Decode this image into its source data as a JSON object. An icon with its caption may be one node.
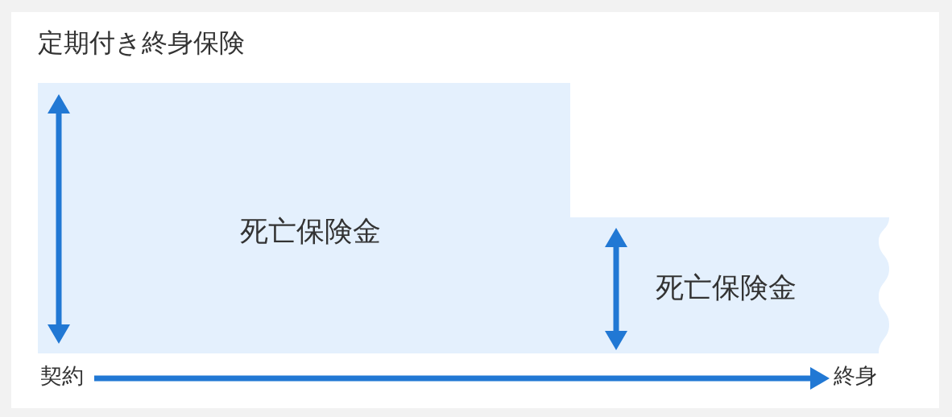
{
  "diagram": {
    "title": "定期付き終身保険",
    "nodes": [
      {
        "text": [
          "死亡保険金"
        ]
      },
      {
        "text": [
          "死亡保険金"
        ]
      },
      {
        "text": [
          "契約"
        ]
      },
      {
        "text": [
          "終身"
        ]
      }
    ],
    "edges": [
      {
        "from": 2,
        "to": 3,
        "arrow": "to"
      }
    ]
  }
}
